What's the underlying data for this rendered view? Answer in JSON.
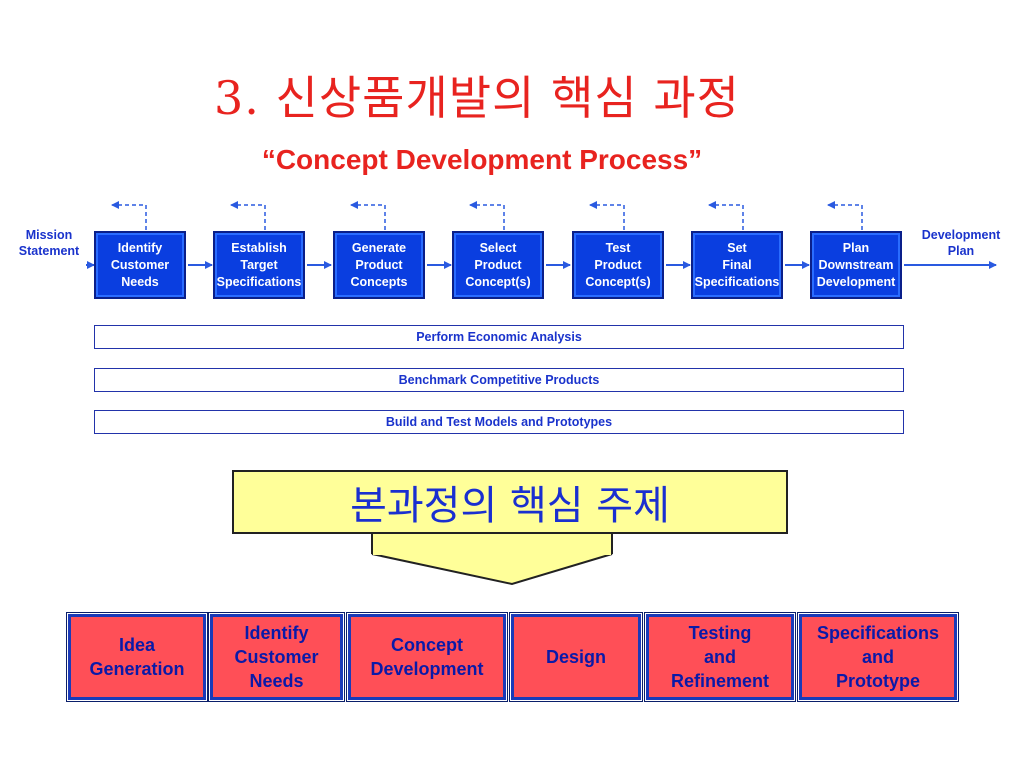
{
  "title": "3. 신상품개발의 핵심 과정",
  "subtitle": "“Concept Development Process”",
  "flow": {
    "input_label": "Mission\nStatement",
    "output_label": "Development\nPlan",
    "steps": [
      "Identify\nCustomer\nNeeds",
      "Establish\nTarget\nSpecifications",
      "Generate\nProduct\nConcepts",
      "Select\nProduct\nConcept(s)",
      "Test\nProduct\nConcept(s)",
      "Set\nFinal\nSpecifications",
      "Plan\nDownstream\nDevelopment"
    ]
  },
  "parallel_activities": [
    "Perform Economic Analysis",
    "Benchmark Competitive Products",
    "Build and Test Models and Prototypes"
  ],
  "focus_label": "본과정의 핵심 주제",
  "topics": [
    "Idea\nGeneration",
    "Identify\nCustomer\nNeeds",
    "Concept\nDevelopment",
    "Design",
    "Testing\nand\nRefinement",
    "Specifications\nand\nPrototype"
  ],
  "colors": {
    "title": "#e8231f",
    "step_fill": "#0a3ee0",
    "flow_text": "#1a33cc",
    "arrow": "#2a5ae0",
    "focus_fill": "#ffff99",
    "topic_fill": "#ff4f57",
    "topic_border": "#1a3ab8"
  }
}
